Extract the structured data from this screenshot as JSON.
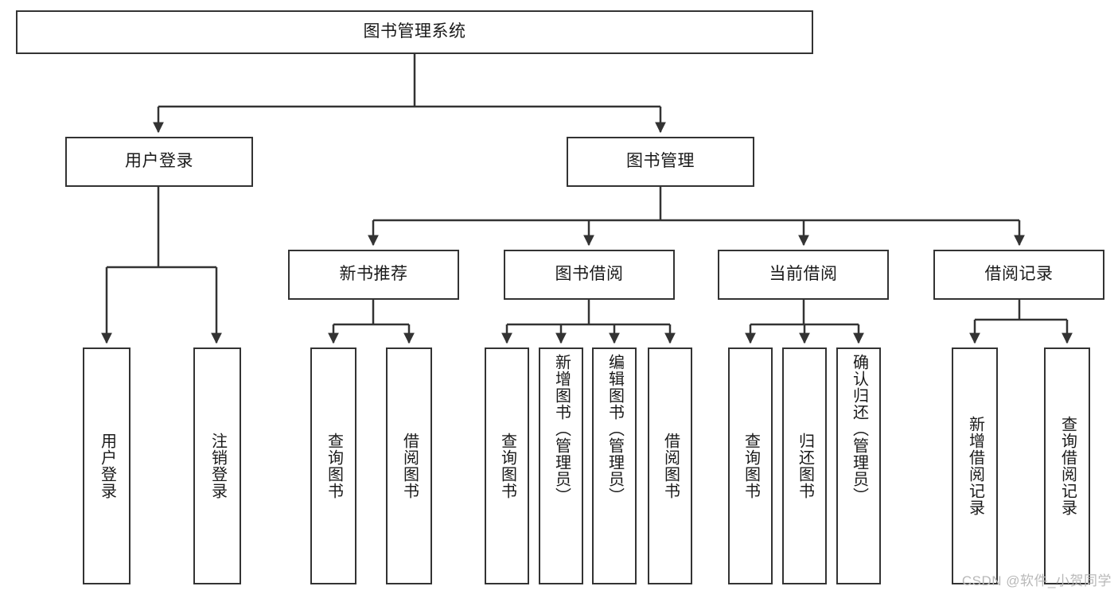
{
  "diagram": {
    "type": "tree",
    "title": "图书管理系统",
    "root": {
      "label": "图书管理系统"
    },
    "level2": [
      {
        "label": "用户登录"
      },
      {
        "label": "图书管理"
      }
    ],
    "level3": [
      {
        "label": "新书推荐"
      },
      {
        "label": "图书借阅"
      },
      {
        "label": "当前借阅"
      },
      {
        "label": "借阅记录"
      }
    ],
    "leaves": {
      "user_login": [
        {
          "label": "用户登录"
        },
        {
          "label": "注销登录"
        }
      ],
      "new_book_recommend": [
        {
          "label": "查询图书"
        },
        {
          "label": "借阅图书"
        }
      ],
      "book_borrow": [
        {
          "label": "查询图书"
        },
        {
          "label": "新增图书（管理员）"
        },
        {
          "label": "编辑图书（管理员）"
        },
        {
          "label": "借阅图书"
        }
      ],
      "current_borrow": [
        {
          "label": "查询图书"
        },
        {
          "label": "归还图书"
        },
        {
          "label": "确认归还（管理员）"
        }
      ],
      "borrow_record": [
        {
          "label": "新增借阅记录"
        },
        {
          "label": "查询借阅记录"
        }
      ]
    }
  },
  "watermark": {
    "text": "CSDN @软件_小贺同学"
  },
  "colors": {
    "border": "#333333",
    "text": "#1a1a1a",
    "background": "#ffffff",
    "watermark": "#b8b8b8"
  }
}
